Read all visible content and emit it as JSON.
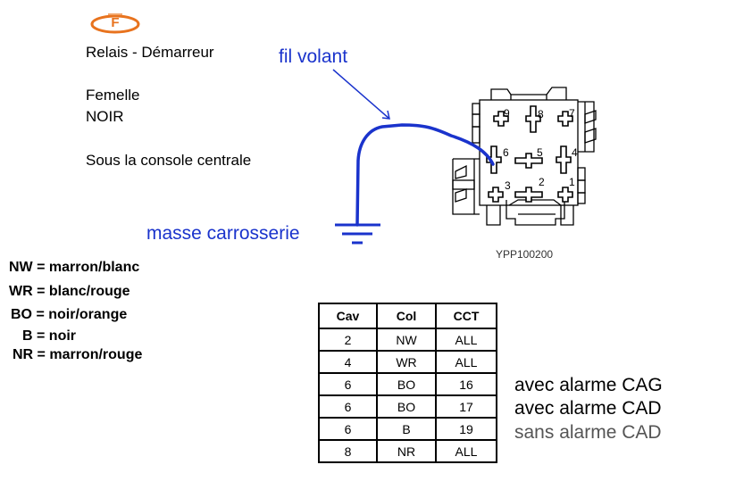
{
  "badge": {
    "letter": "F",
    "color": "#e8731e"
  },
  "connector_info": {
    "name": "Relais - Démarreur",
    "gender": "Femelle",
    "color": "NOIR",
    "location": "Sous la console centrale"
  },
  "annotations": {
    "wire_label": "fil volant",
    "ground_label": "masse carrosserie",
    "wire_color": "#1a33cc",
    "wire_connected_cavity": "6"
  },
  "connector": {
    "reference": "YPP100200",
    "cavities": [
      "1",
      "2",
      "3",
      "4",
      "5",
      "6",
      "7",
      "8",
      "9"
    ]
  },
  "color_legend": [
    {
      "code": "NW",
      "text": "NW = marron/blanc"
    },
    {
      "code": "WR",
      "text": "WR =  blanc/rouge"
    },
    {
      "code": "BO",
      "text": "BO = noir/orange"
    },
    {
      "code": "B",
      "text": "B = noir"
    },
    {
      "code": "NR",
      "text": "NR = marron/rouge"
    }
  ],
  "table": {
    "headers": [
      "Cav",
      "Col",
      "CCT"
    ],
    "rows": [
      [
        "2",
        "NW",
        "ALL"
      ],
      [
        "4",
        "WR",
        "ALL"
      ],
      [
        "6",
        "BO",
        "16"
      ],
      [
        "6",
        "BO",
        "17"
      ],
      [
        "6",
        "B",
        "19"
      ],
      [
        "8",
        "NR",
        "ALL"
      ]
    ]
  },
  "notes": [
    {
      "row": 3,
      "text": "avec alarme CAG"
    },
    {
      "row": 4,
      "text": "avec alarme CAD"
    },
    {
      "row": 5,
      "text": "sans alarme CAD"
    }
  ]
}
